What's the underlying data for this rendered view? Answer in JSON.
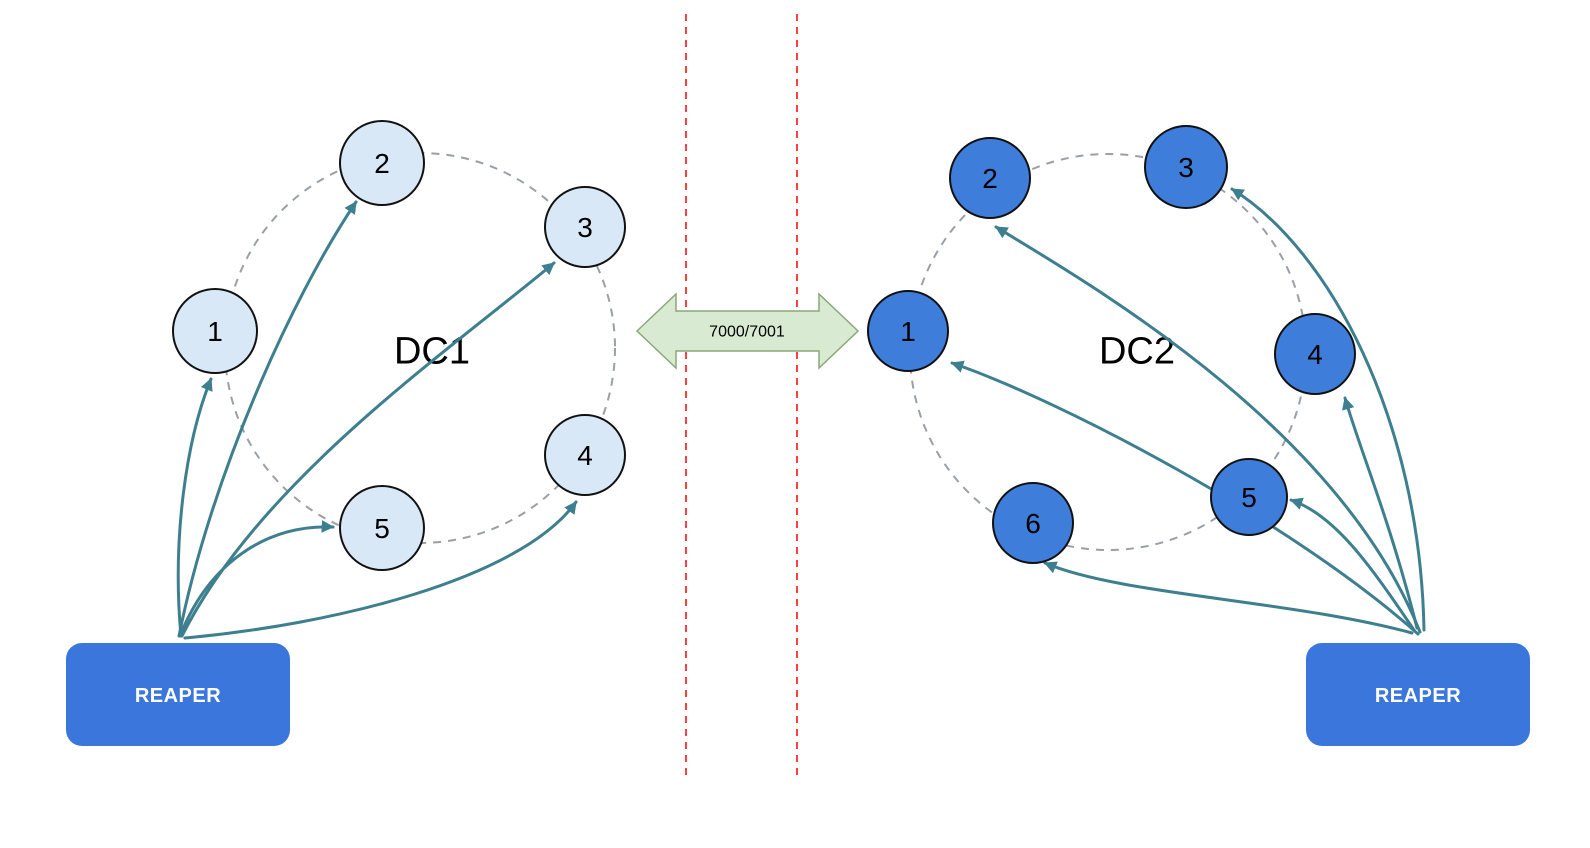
{
  "diagram": {
    "dc1": {
      "label": "DC1",
      "reaper": {
        "label": "REAPER"
      },
      "nodes": [
        {
          "label": "1"
        },
        {
          "label": "2"
        },
        {
          "label": "3"
        },
        {
          "label": "4"
        },
        {
          "label": "5"
        }
      ]
    },
    "dc2": {
      "label": "DC2",
      "reaper": {
        "label": "REAPER"
      },
      "nodes": [
        {
          "label": "1"
        },
        {
          "label": "2"
        },
        {
          "label": "3"
        },
        {
          "label": "4"
        },
        {
          "label": "5"
        },
        {
          "label": "6"
        }
      ]
    },
    "link": {
      "label": "7000/7001"
    }
  },
  "colors": {
    "dc1_node_fill": "#d9e8f7",
    "dc1_node_stroke": "#111111",
    "dc2_node_fill": "#3f7ddb",
    "dc2_node_stroke": "#111111",
    "reaper_fill": "#3b76dd",
    "reaper_text": "#ffffff",
    "arrow": "#3d7f8e",
    "ring": "#9aa0a6",
    "boundary": "#ff0000",
    "link_fill": "#d9ead3",
    "link_stroke": "#8aa878",
    "label_text": "#000000"
  }
}
